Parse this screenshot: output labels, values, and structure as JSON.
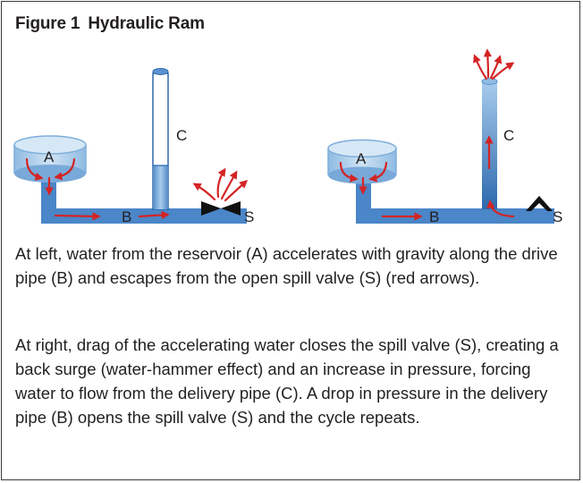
{
  "figure": {
    "number": "Figure 1",
    "title": "Hydraulic Ram"
  },
  "left_diagram": {
    "reservoir_label": "A",
    "drive_pipe_label": "B",
    "delivery_pipe_label": "C",
    "spill_valve_label": "S",
    "spill_valve_state": "open"
  },
  "right_diagram": {
    "reservoir_label": "A",
    "drive_pipe_label": "B",
    "delivery_pipe_label": "C",
    "spill_valve_label": "S",
    "spill_valve_state": "closed"
  },
  "captions": [
    "At left, water from the reservoir (A) accelerates with gravity along the drive pipe (B) and escapes from the open spill valve (S) (red arrows).",
    "At right, drag of the accelerating water closes the spill valve (S), creating a back surge (water-hammer effect) and an increase in pressure, forcing water to flow from the delivery pipe (C). A drop in pressure in the delivery pipe (B) opens the spill valve (S) and the cycle repeats."
  ],
  "colors": {
    "pipe_blue": "#4a86c8",
    "water_light": "#b8d6ef",
    "arrow_red": "#d42424",
    "valve_black": "#111111"
  }
}
